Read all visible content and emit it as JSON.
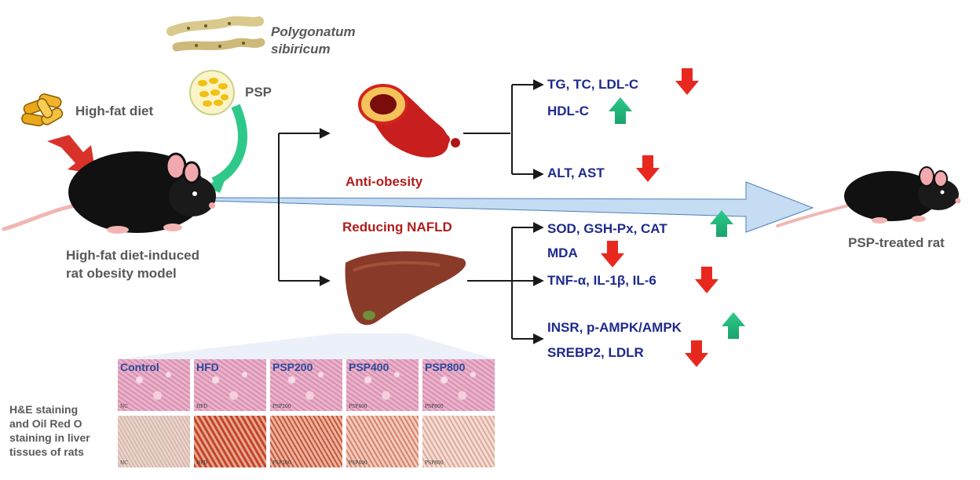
{
  "labels": {
    "plant_name_line1": "Polygonatum",
    "plant_name_line2": "sibiricum",
    "psp": "PSP",
    "high_fat_diet": "High-fat diet",
    "model_line1": "High-fat diet-induced",
    "model_line2": "rat obesity model",
    "anti_obesity": "Anti-obesity",
    "reducing_nafld": "Reducing NAFLD",
    "treated_rat": "PSP-treated rat",
    "staining_line1": "H&E staining",
    "staining_line2": "and Oil Red O",
    "staining_line3": "staining in liver",
    "staining_line4": "tissues of rats"
  },
  "markers": {
    "tg_tc_ldl": "TG, TC, LDL-C",
    "hdl": "HDL-C",
    "alt_ast": "ALT, AST",
    "sod_gsh_cat": "SOD, GSH-Px, CAT",
    "mda": "MDA",
    "tnf_il": "TNF-α, IL-1β, IL-6",
    "insr_ampk": "INSR, p-AMPK/AMPK",
    "srebp2_ldlr": "SREBP2, LDLR"
  },
  "panels": [
    {
      "label": "Control",
      "he_caption": "NC",
      "oro_caption": "NC"
    },
    {
      "label": "HFD",
      "he_caption": "HFD",
      "oro_caption": "HFD"
    },
    {
      "label": "PSP200",
      "he_caption": "PSP200",
      "oro_caption": "PSP200"
    },
    {
      "label": "PSP400",
      "he_caption": "PSP400",
      "oro_caption": "PSP400"
    },
    {
      "label": "PSP800",
      "he_caption": "PSP800",
      "oro_caption": "PSP800"
    }
  ],
  "colors": {
    "up_arrow": "#2fb36a",
    "down_arrow": "#e8281e",
    "marker_text": "#1f2a8c",
    "effect_text": "#b01d1d",
    "big_arrow_fill": "#c5dcf3"
  }
}
